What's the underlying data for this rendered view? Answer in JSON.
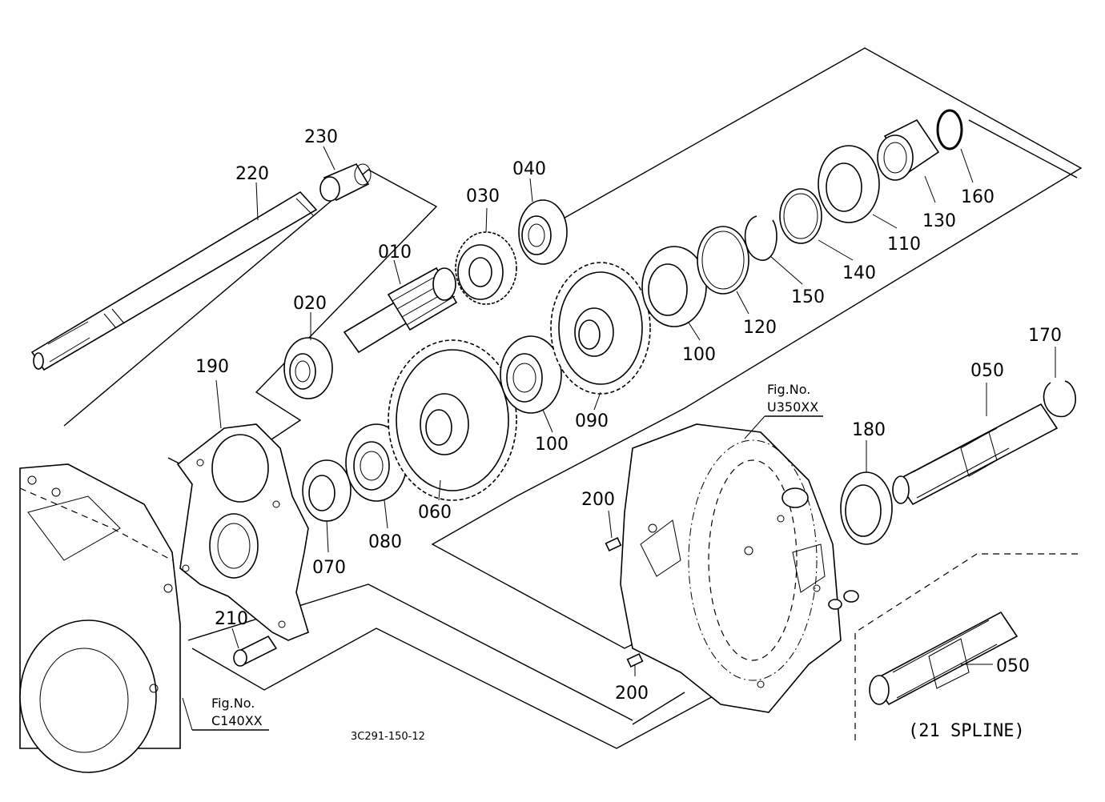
{
  "drawing_number": "3C291-150-12",
  "part_labels": {
    "p220": "220",
    "p230": "230",
    "p010": "010",
    "p020": "020",
    "p030": "030",
    "p040": "040",
    "p190": "190",
    "p060": "060",
    "p070": "070",
    "p080": "080",
    "p100a": "100",
    "p100b": "100",
    "p090": "090",
    "p120": "120",
    "p150": "150",
    "p140": "140",
    "p110": "110",
    "p130": "130",
    "p160": "160",
    "p170": "170",
    "p050a": "050",
    "p050b": "050",
    "p180": "180",
    "p200a": "200",
    "p200b": "200",
    "p210": "210"
  },
  "references": {
    "fig_u350_line1": "Fig.No.",
    "fig_u350_line2": "U350XX",
    "fig_c140_line1": "Fig.No.",
    "fig_c140_line2": "C140XX"
  },
  "spline_note": "(21 SPLINE)"
}
